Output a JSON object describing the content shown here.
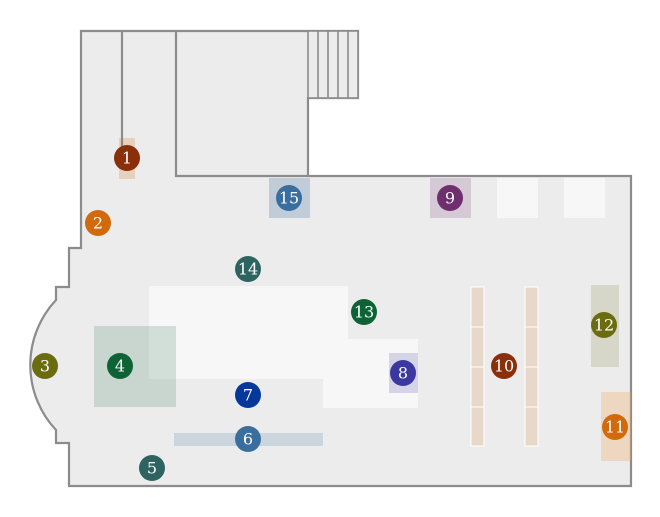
{
  "map": {
    "markers": [
      {
        "label": "1",
        "color": "#8b2e0a"
      },
      {
        "label": "2",
        "color": "#d06a0c"
      },
      {
        "label": "3",
        "color": "#6b6b10"
      },
      {
        "label": "4",
        "color": "#0d6336"
      },
      {
        "label": "5",
        "color": "#2d6360"
      },
      {
        "label": "6",
        "color": "#3a6e9e"
      },
      {
        "label": "7",
        "color": "#06389b"
      },
      {
        "label": "8",
        "color": "#3b38a0"
      },
      {
        "label": "9",
        "color": "#6f2e6e"
      },
      {
        "label": "10",
        "color": "#8b2e0a"
      },
      {
        "label": "11",
        "color": "#d06a0c"
      },
      {
        "label": "12",
        "color": "#6b6b10"
      },
      {
        "label": "13",
        "color": "#0d6336"
      },
      {
        "label": "14",
        "color": "#2d6360"
      },
      {
        "label": "15",
        "color": "#3a6e9e"
      }
    ],
    "colors": {
      "floor": "#ececec",
      "wall": "#8c8c8c",
      "open_area": "#f7f7f7"
    }
  }
}
